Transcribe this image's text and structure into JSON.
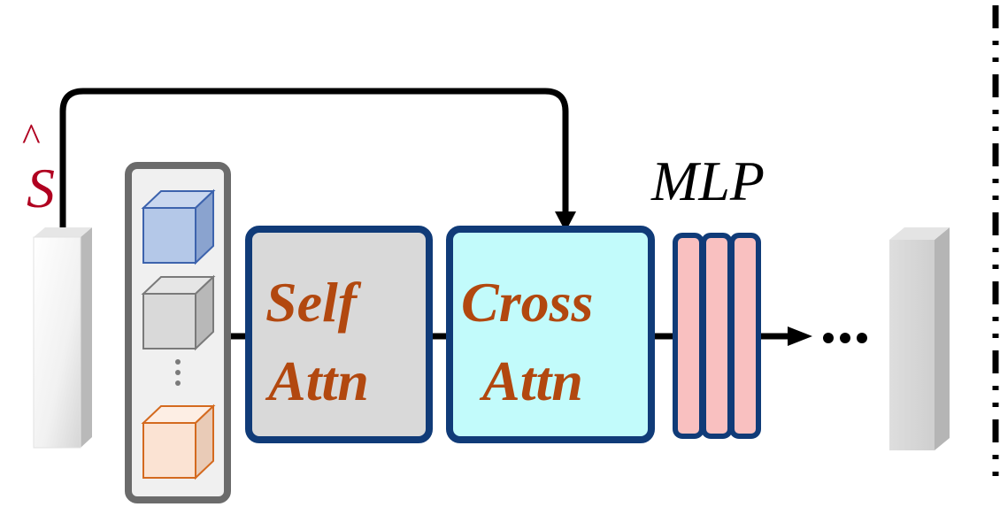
{
  "labels": {
    "s_hat": "S",
    "hat": "^",
    "self_line1": "Self",
    "self_line2": "Attn",
    "cross_line1": "Cross",
    "cross_line2": "Attn",
    "mlp": "MLP",
    "ellipsis": "•••"
  },
  "colors": {
    "line": "#000000",
    "box_border": "#103b78",
    "self_fill": "#d9d9d9",
    "cross_fill": "#c2fbfb",
    "attn_text": "#b2480f",
    "mlp_fill": "#f9c0c0",
    "s_hat": "#b00020",
    "stack_border": "#6b6b6b",
    "stack_fill": "#f0f0f0",
    "cube_blue": "#b4c8e8",
    "cube_blue_edge": "#3d63ad",
    "cube_gray": "#d9d9d9",
    "cube_gray_edge": "#7a7a7a",
    "cube_orange": "#fbe3d3",
    "cube_orange_edge": "#d46a1f",
    "separator": "#000000"
  }
}
